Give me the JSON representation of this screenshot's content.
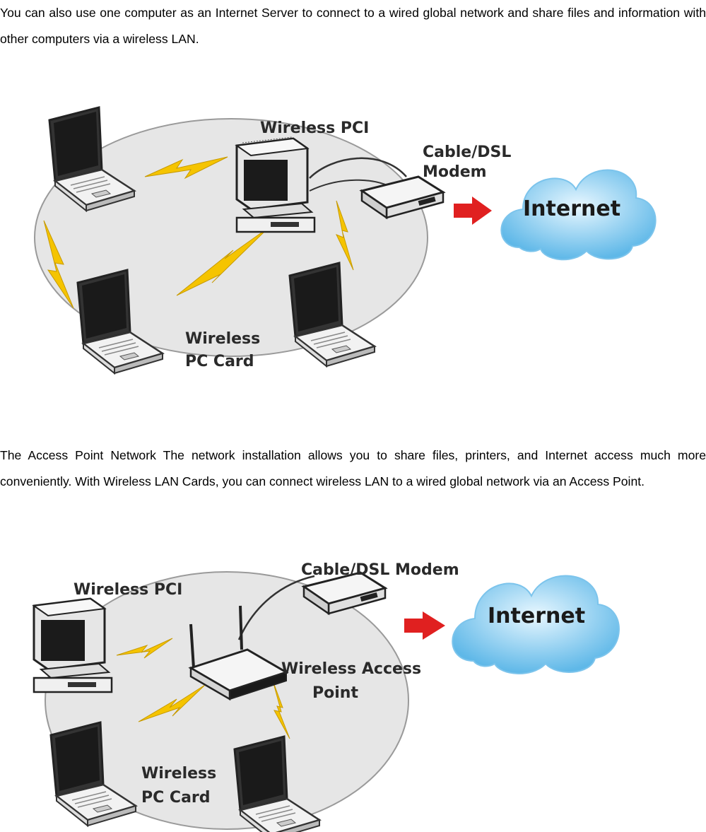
{
  "paragraphs": {
    "intro": "You can also use one computer as an Internet Server to connect to a wired global network and share files and information with other computers via a wireless LAN.",
    "access_point": "The Access Point Network The network installation allows you to share files, printers, and Internet access much more conveniently.  With Wireless LAN Cards, you can connect wireless LAN to a wired global network via an Access Point."
  },
  "diagram1": {
    "label_pci": "Wireless PCI",
    "label_modem_line1": "Cable/DSL",
    "label_modem_line2": "Modem",
    "label_internet": "Internet",
    "label_card_line1": "Wireless",
    "label_card_line2": "PC Card"
  },
  "diagram2": {
    "label_pci": "Wireless PCI",
    "label_modem": "Cable/DSL Modem",
    "label_internet": "Internet",
    "label_ap_line1": "Wireless Access",
    "label_ap_line2": "Point",
    "label_card_line1": "Wireless",
    "label_card_line2": "PC Card"
  },
  "colors": {
    "ellipse_fill": "#e6e6e6",
    "lightning": "#f5c400",
    "arrow": "#e02020",
    "cloud": "#8fd0f2"
  }
}
